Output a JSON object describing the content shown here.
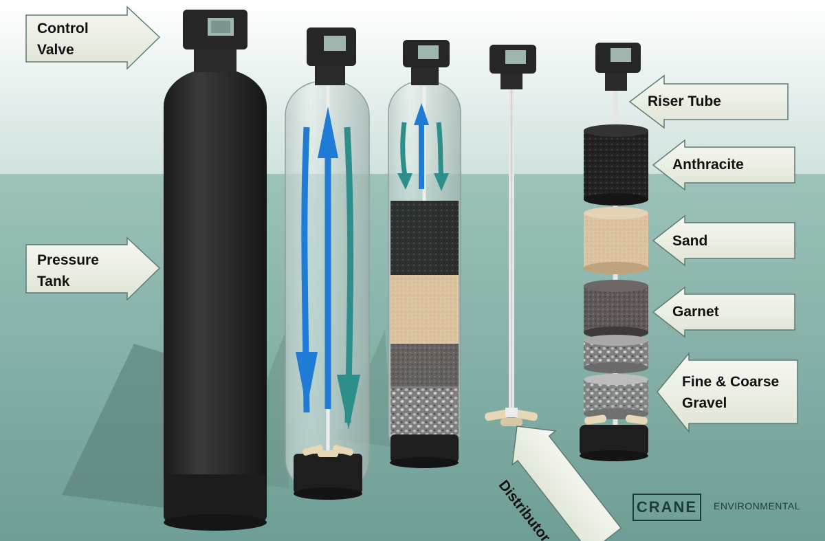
{
  "labels": {
    "control_valve": "Control\nValve",
    "pressure_tank": "Pressure\nTank",
    "riser_tube": "Riser Tube",
    "anthracite": "Anthracite",
    "sand": "Sand",
    "garnet": "Garnet",
    "gravel": "Fine & Coarse\nGravel",
    "distributor": "Distributor"
  },
  "logo": {
    "brand": "CRANE",
    "sub": "ENVIRONMENTAL"
  },
  "colors": {
    "sky_top": "#ffffff",
    "sky_bottom": "#c7ddd9",
    "ground": "#8ab3ab",
    "tank_dark": "#2b2b2b",
    "arrow_blue": "#1f7bd6",
    "arrow_teal": "#2e8f8a",
    "callout_fill": "#eef2e6",
    "anthracite": "#1e1e1e",
    "sand": "#d9c09c",
    "garnet": "#5a5555",
    "gravel": "#9a9a9a"
  }
}
